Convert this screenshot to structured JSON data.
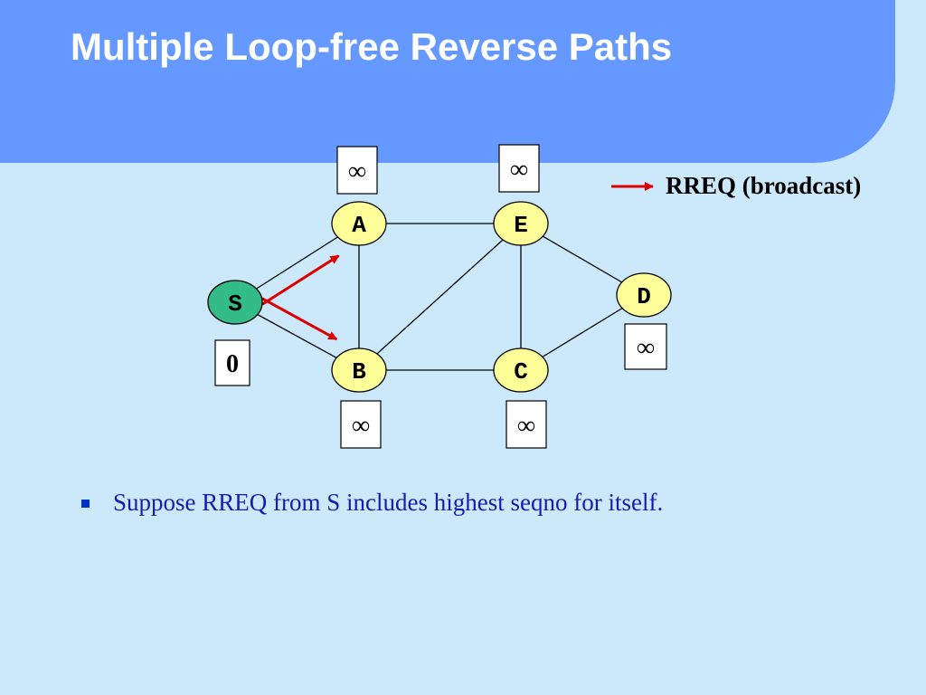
{
  "slide": {
    "title": "Multiple Loop-free Reverse Paths",
    "bullets": [
      "Suppose RREQ from S includes highest seqno for itself."
    ]
  },
  "legend": {
    "label": "RREQ (broadcast)",
    "arrow_color": "#dd0000"
  },
  "colors": {
    "band": "#6699ff",
    "background": "#cce8fb",
    "source_node": "#33bb88",
    "node": "#ffff99",
    "edge": "#000000",
    "rreq_arrow": "#dd0000",
    "bullet_text": "#1a1ab2"
  },
  "nodes": [
    {
      "id": "S",
      "label": "S",
      "role": "source"
    },
    {
      "id": "A",
      "label": "A",
      "role": "node"
    },
    {
      "id": "B",
      "label": "B",
      "role": "node"
    },
    {
      "id": "E",
      "label": "E",
      "role": "node"
    },
    {
      "id": "C",
      "label": "C",
      "role": "node"
    },
    {
      "id": "D",
      "label": "D",
      "role": "node"
    }
  ],
  "edges": [
    {
      "from": "S",
      "to": "A"
    },
    {
      "from": "S",
      "to": "B"
    },
    {
      "from": "A",
      "to": "E"
    },
    {
      "from": "A",
      "to": "B"
    },
    {
      "from": "B",
      "to": "E"
    },
    {
      "from": "B",
      "to": "C"
    },
    {
      "from": "E",
      "to": "C"
    },
    {
      "from": "E",
      "to": "D"
    },
    {
      "from": "C",
      "to": "D"
    }
  ],
  "rreq_arrows": [
    {
      "from": "S",
      "to": "A"
    },
    {
      "from": "S",
      "to": "B"
    }
  ],
  "value_boxes": [
    {
      "node": "A",
      "value": "∞"
    },
    {
      "node": "E",
      "value": "∞"
    },
    {
      "node": "S",
      "value": "0"
    },
    {
      "node": "B",
      "value": "∞"
    },
    {
      "node": "C",
      "value": "∞"
    },
    {
      "node": "D",
      "value": "∞"
    }
  ]
}
